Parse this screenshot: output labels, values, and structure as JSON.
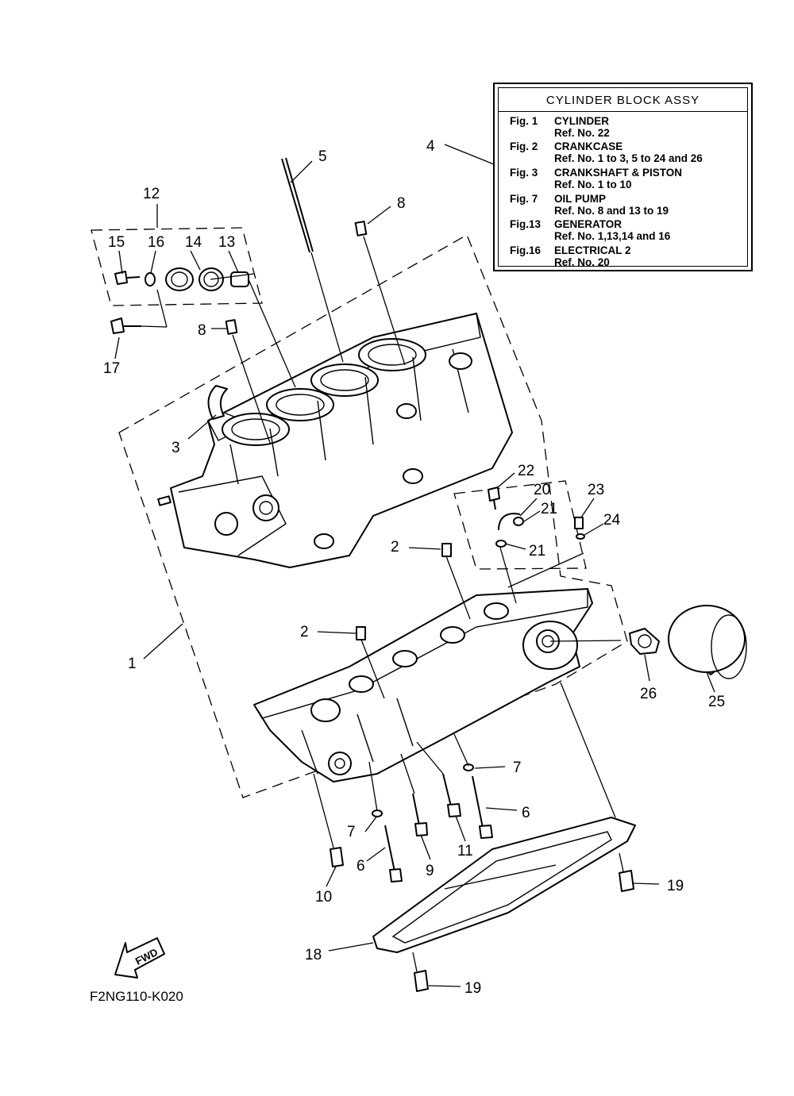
{
  "reference_box": {
    "title": "CYLINDER BLOCK ASSY",
    "entries": [
      {
        "fig": "Fig.  1",
        "name": "CYLINDER",
        "ref": "Ref. No. 22"
      },
      {
        "fig": "Fig.  2",
        "name": "CRANKCASE",
        "ref": "Ref. No. 1 to 3, 5 to 24 and 26"
      },
      {
        "fig": "Fig.  3",
        "name": "CRANKSHAFT & PISTON",
        "ref": "Ref. No. 1 to 10"
      },
      {
        "fig": "Fig.  7",
        "name": "OIL PUMP",
        "ref": "Ref. No. 8 and 13 to 19"
      },
      {
        "fig": "Fig.13",
        "name": "GENERATOR",
        "ref": "Ref. No. 1,13,14 and 16"
      },
      {
        "fig": "Fig.16",
        "name": "ELECTRICAL 2",
        "ref": "Ref. No. 20"
      }
    ]
  },
  "callouts": {
    "c1": "1",
    "c2a": "2",
    "c2b": "2",
    "c3": "3",
    "c4": "4",
    "c5": "5",
    "c6a": "6",
    "c6b": "6",
    "c7a": "7",
    "c7b": "7",
    "c8a": "8",
    "c8b": "8",
    "c9": "9",
    "c10": "10",
    "c11": "11",
    "c12": "12",
    "c13": "13",
    "c14": "14",
    "c15": "15",
    "c16": "16",
    "c17": "17",
    "c18": "18",
    "c19a": "19",
    "c19b": "19",
    "c20": "20",
    "c21a": "21",
    "c21b": "21",
    "c22": "22",
    "c23": "23",
    "c24": "24",
    "c25": "25",
    "c26": "26"
  },
  "fwd_label": "FWD",
  "diagram_code": "F2NG110-K020"
}
